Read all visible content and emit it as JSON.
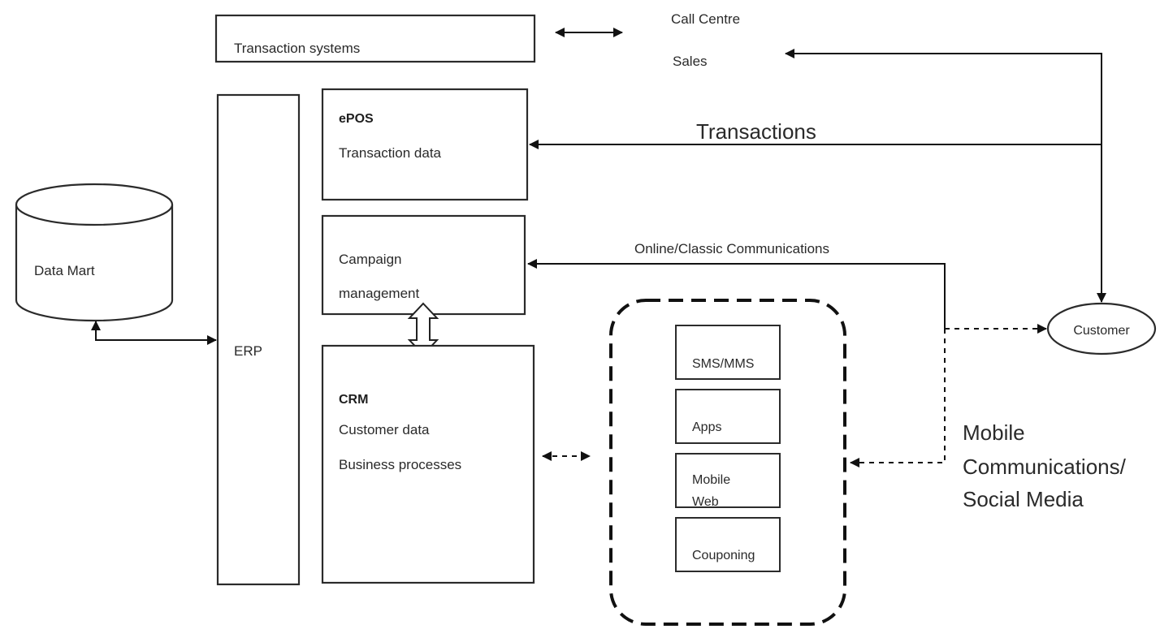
{
  "nodes": {
    "transaction_systems": "Transaction systems",
    "call_centre": "Call Centre",
    "sales": "Sales",
    "erp": "ERP",
    "epos_title": "ePOS",
    "epos_text": "Transaction data",
    "campaign_line1": "Campaign",
    "campaign_line2": "management",
    "crm_title": "CRM",
    "crm_line1": "Customer data",
    "crm_line2": "Business processes",
    "data_mart": "Data Mart",
    "customer": "Customer",
    "mobile_items": [
      "SMS/MMS",
      "Apps",
      "Mobile",
      "Web",
      "Couponing"
    ]
  },
  "labels": {
    "transactions": "Transactions",
    "online_classic": "Online/Classic Communications",
    "mobile_lines": [
      "Mobile",
      "Communications/",
      "Social Media"
    ]
  },
  "colors": {
    "stroke": "#2b2b2b",
    "text": "#2a2a2a",
    "background": "#ffffff"
  }
}
